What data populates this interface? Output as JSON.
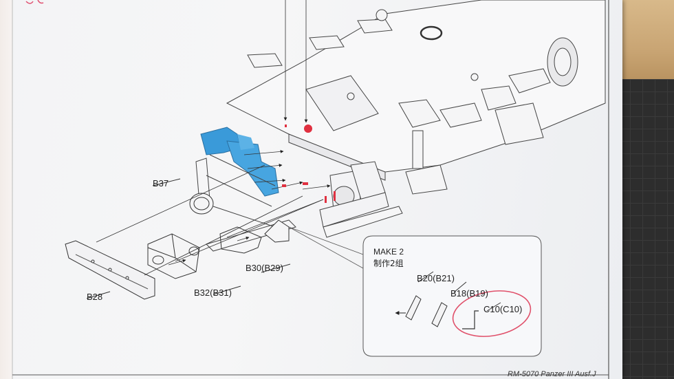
{
  "labels": {
    "b37": "B37",
    "b28": "B28",
    "b32": "B32(B31)",
    "b30": "B30(B29)",
    "b20": "B20(B21)",
    "b18": "B18(B19)",
    "c10": "C10(C10)"
  },
  "callout": {
    "make2_en": "MAKE 2",
    "make2_cn": "制作2组"
  },
  "footer": "RM-5070 Panzer III Ausf.J",
  "colors": {
    "paper": "#f4f5f7",
    "line": "#3c3c3c",
    "blue_highlight": "#3a9ad9",
    "red_marker": "#e03040",
    "pink_circle": "#e0506a"
  }
}
